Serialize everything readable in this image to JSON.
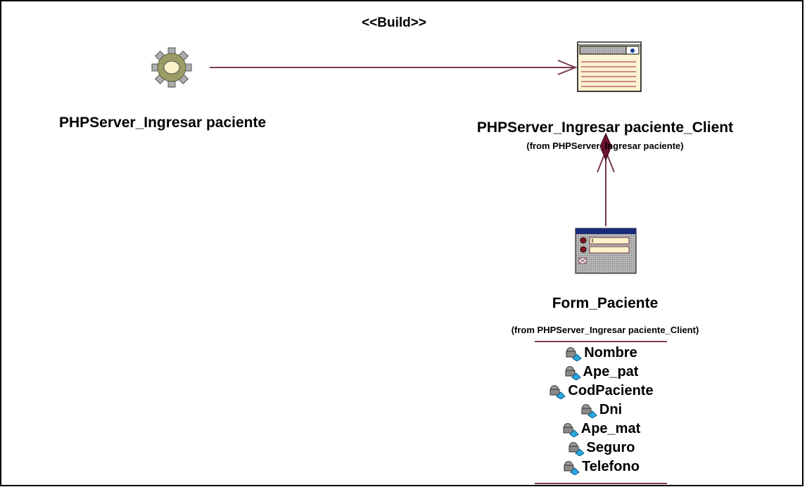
{
  "diagram": {
    "stereotype": "<<Build>>",
    "server_component": {
      "name": "PHPServer_Ingresar paciente",
      "icon": "gear-component-icon"
    },
    "client_component": {
      "name": "PHPServer_Ingresar paciente_Client",
      "from_label": "(from PHPServer_Ingresar paciente)",
      "icon": "client-page-icon"
    },
    "form_class": {
      "name": "Form_Paciente",
      "from_label": "(from PHPServer_Ingresar paciente_Client)",
      "icon": "form-icon",
      "attributes": [
        "Nombre",
        "Ape_pat",
        "CodPaciente",
        "Dni",
        "Ape_mat",
        "Seguro",
        "Telefono"
      ],
      "attribute_icon": "protected-attribute-icon"
    },
    "colors": {
      "line": "#7a3a4e",
      "composition_diamond": "#6a1230",
      "gear": "#8a8a28",
      "client_fill": "#fbf3d0"
    }
  }
}
